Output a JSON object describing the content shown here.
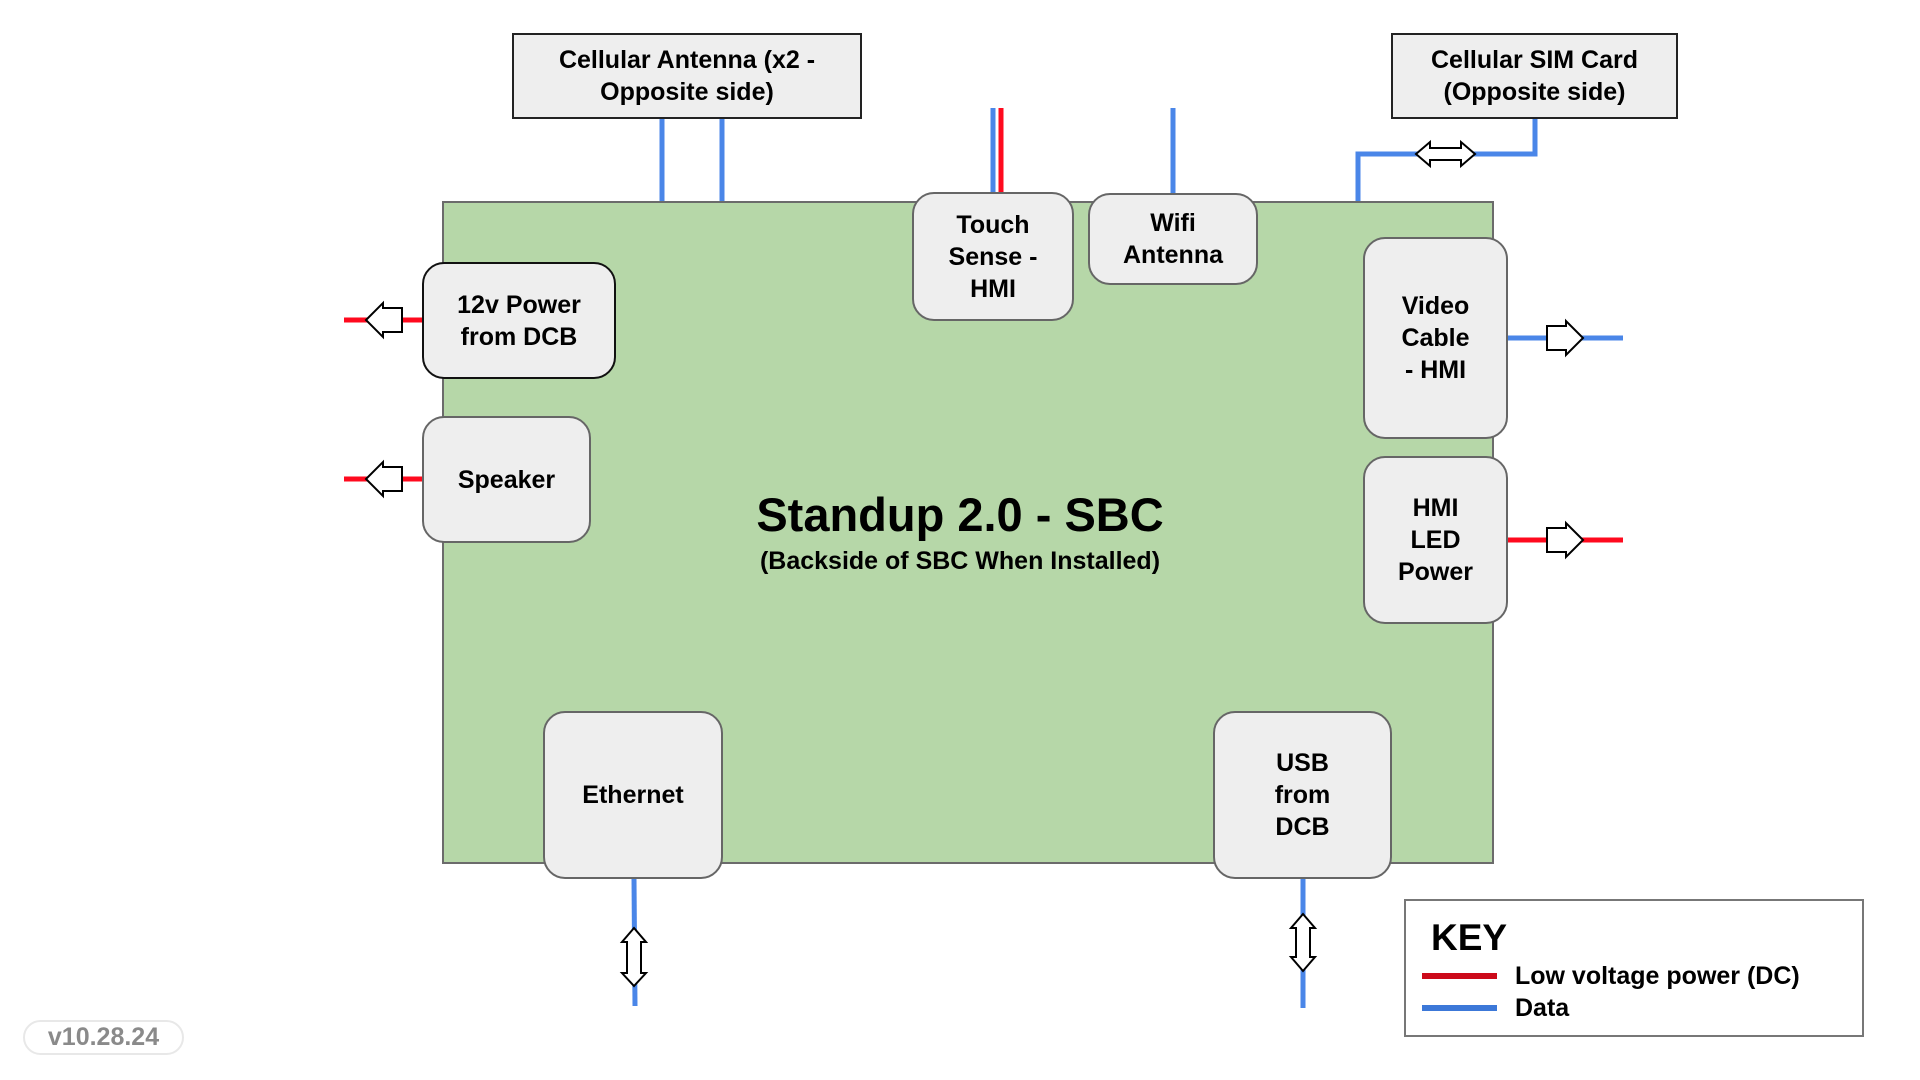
{
  "colors": {
    "power": "#ff0a1e",
    "data": "#4a86e8",
    "board_fill": "#b6d7a8",
    "key_power": "#cc0a1a",
    "key_data": "#3c78d8"
  },
  "board": {
    "title": "Standup 2.0 - SBC",
    "subtitle": "(Backside of SBC When Installed)"
  },
  "external": {
    "cellular_antenna": "Cellular Antenna (x2 -\nOpposite side)",
    "sim_card": "Cellular SIM Card\n(Opposite side)"
  },
  "ports": {
    "touch_sense": "Touch\nSense -\nHMI",
    "wifi_antenna": "Wifi\nAntenna",
    "power_12v": "12v Power\nfrom DCB",
    "speaker": "Speaker",
    "video_cable": "Video\nCable\n- HMI",
    "hmi_led_power": "HMI\nLED\nPower",
    "ethernet": "Ethernet",
    "usb": "USB\nfrom\nDCB"
  },
  "connections": [
    {
      "from": "Cellular Antenna",
      "to": "SBC",
      "type": "data",
      "count": 2,
      "direction": "none"
    },
    {
      "from": "Touch Sense - HMI",
      "to": "top",
      "type": "data+power",
      "direction": "none"
    },
    {
      "from": "Wifi Antenna",
      "to": "top",
      "type": "data",
      "direction": "none"
    },
    {
      "from": "Cellular SIM Card",
      "to": "SBC",
      "type": "data",
      "direction": "bidirectional"
    },
    {
      "from": "12v Power from DCB",
      "to": "left",
      "type": "power",
      "direction": "out-left"
    },
    {
      "from": "Speaker",
      "to": "left",
      "type": "power",
      "direction": "out-left"
    },
    {
      "from": "Video Cable - HMI",
      "to": "right",
      "type": "data",
      "direction": "out-right"
    },
    {
      "from": "HMI LED Power",
      "to": "right",
      "type": "power",
      "direction": "out-right"
    },
    {
      "from": "Ethernet",
      "to": "bottom",
      "type": "data",
      "direction": "bidirectional"
    },
    {
      "from": "USB from DCB",
      "to": "bottom",
      "type": "data",
      "direction": "bidirectional"
    }
  ],
  "key": {
    "title": "KEY",
    "items": [
      {
        "label": "Low voltage power (DC)",
        "type": "power"
      },
      {
        "label": "Data",
        "type": "data"
      }
    ]
  },
  "version": "v10.28.24"
}
